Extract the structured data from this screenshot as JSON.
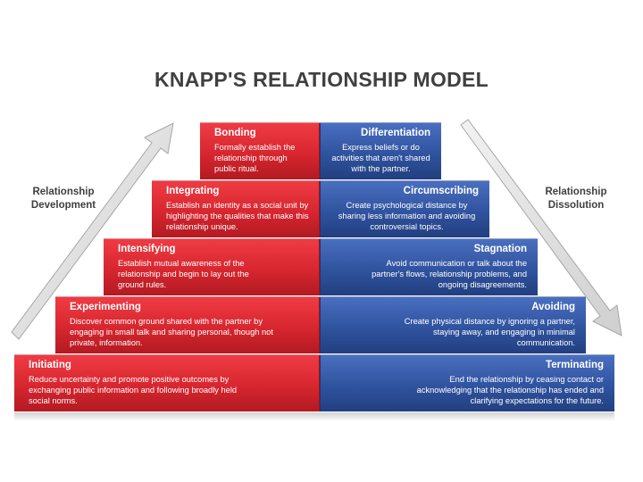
{
  "title": "KNAPP'S RELATIONSHIP MODEL",
  "side_labels": {
    "development": [
      "Relationship",
      "Development"
    ],
    "dissolution": [
      "Relationship",
      "Dissolution"
    ]
  },
  "development": [
    {
      "stage": "Bonding",
      "description": "Formally establish the relationship through public ritual."
    },
    {
      "stage": "Integrating",
      "description": "Establish an identity as a social unit by highlighting the qualities that make this relationship unique."
    },
    {
      "stage": "Intensifying",
      "description": "Establish mutual awareness of the relationship and begin to lay out the ground rules."
    },
    {
      "stage": "Experimenting",
      "description": "Discover common ground shared with the partner by engaging in small talk and sharing personal, though not private, information."
    },
    {
      "stage": "Initiating",
      "description": "Reduce uncertainty and promote positive outcomes by exchanging public information and following broadly held social norms."
    }
  ],
  "dissolution": [
    {
      "stage": "Differentiation",
      "description": "Express beliefs or do activities that aren't shared with the partner."
    },
    {
      "stage": "Circumscribing",
      "description": "Create psychological distance by sharing less information and avoiding controversial topics."
    },
    {
      "stage": "Stagnation",
      "description": "Avoid communication or talk about the partner's flows, relationship problems, and ongoing disagreements."
    },
    {
      "stage": "Avoiding",
      "description": "Create physical distance by ignoring a partner, staying away, and engaging in minimal communication."
    },
    {
      "stage": "Terminating",
      "description": "End the relationship by ceasing contact or acknowledging that the relationship has ended and clarifying expectations for the future."
    }
  ],
  "colors": {
    "development": "#d7262f",
    "dissolution": "#30539f",
    "title": "#404040",
    "arrow": "#d9d9d9"
  },
  "icons": {
    "development_arrow": "arrow-up-right-icon",
    "dissolution_arrow": "arrow-down-right-icon"
  }
}
